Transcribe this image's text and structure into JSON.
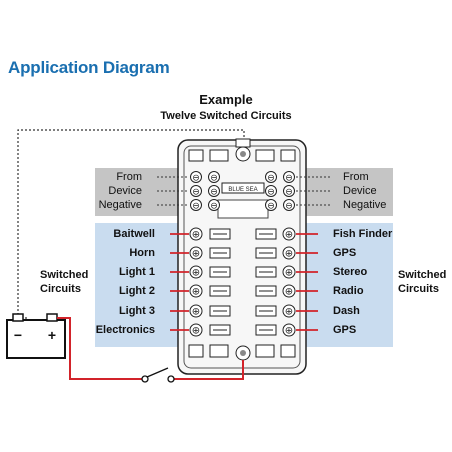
{
  "header": {
    "title": "Application Diagram",
    "example_title": "Example",
    "example_subtitle": "Twelve Switched Circuits"
  },
  "side_labels": {
    "left": [
      "Switched",
      "Circuits"
    ],
    "right": [
      "Switched",
      "Circuits"
    ]
  },
  "negative_labels": {
    "left": [
      "From",
      "Device",
      "Negative"
    ],
    "right": [
      "From",
      "Device",
      "Negative"
    ]
  },
  "circuits": {
    "left": [
      "Baitwell",
      "Horn",
      "Light 1",
      "Light 2",
      "Light 3",
      "Electronics"
    ],
    "right": [
      "Fish Finder",
      "GPS",
      "Stereo",
      "Radio",
      "Dash",
      "GPS"
    ]
  },
  "colors": {
    "title": "#1a6fb0",
    "positive_wire": "#d2232a",
    "negative_wire": "#333333",
    "circuit_panel": "#c9dcef",
    "negative_panel": "#c5c5c5"
  },
  "icons": [
    "battery-icon",
    "switch-icon",
    "fuse-block-icon"
  ]
}
